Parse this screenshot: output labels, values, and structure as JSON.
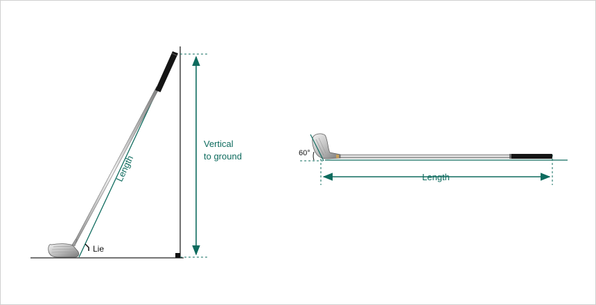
{
  "labels": {
    "length_vertical": "Length",
    "lie": "Lie",
    "vertical_to_ground_line1": "Vertical",
    "vertical_to_ground_line2": "to ground",
    "angle": "60°",
    "length_horizontal": "Length"
  },
  "colors": {
    "accent": "#0e6b5e",
    "ground": "#222222",
    "grip": "#151515",
    "shaft_light": "#e9e9e9",
    "shaft_dark": "#8f8f8f",
    "background": "#ffffff"
  },
  "icons": {
    "club_left": "golf-iron-upright",
    "club_right": "golf-iron-horizontal",
    "right_angle": "right-angle-marker"
  }
}
